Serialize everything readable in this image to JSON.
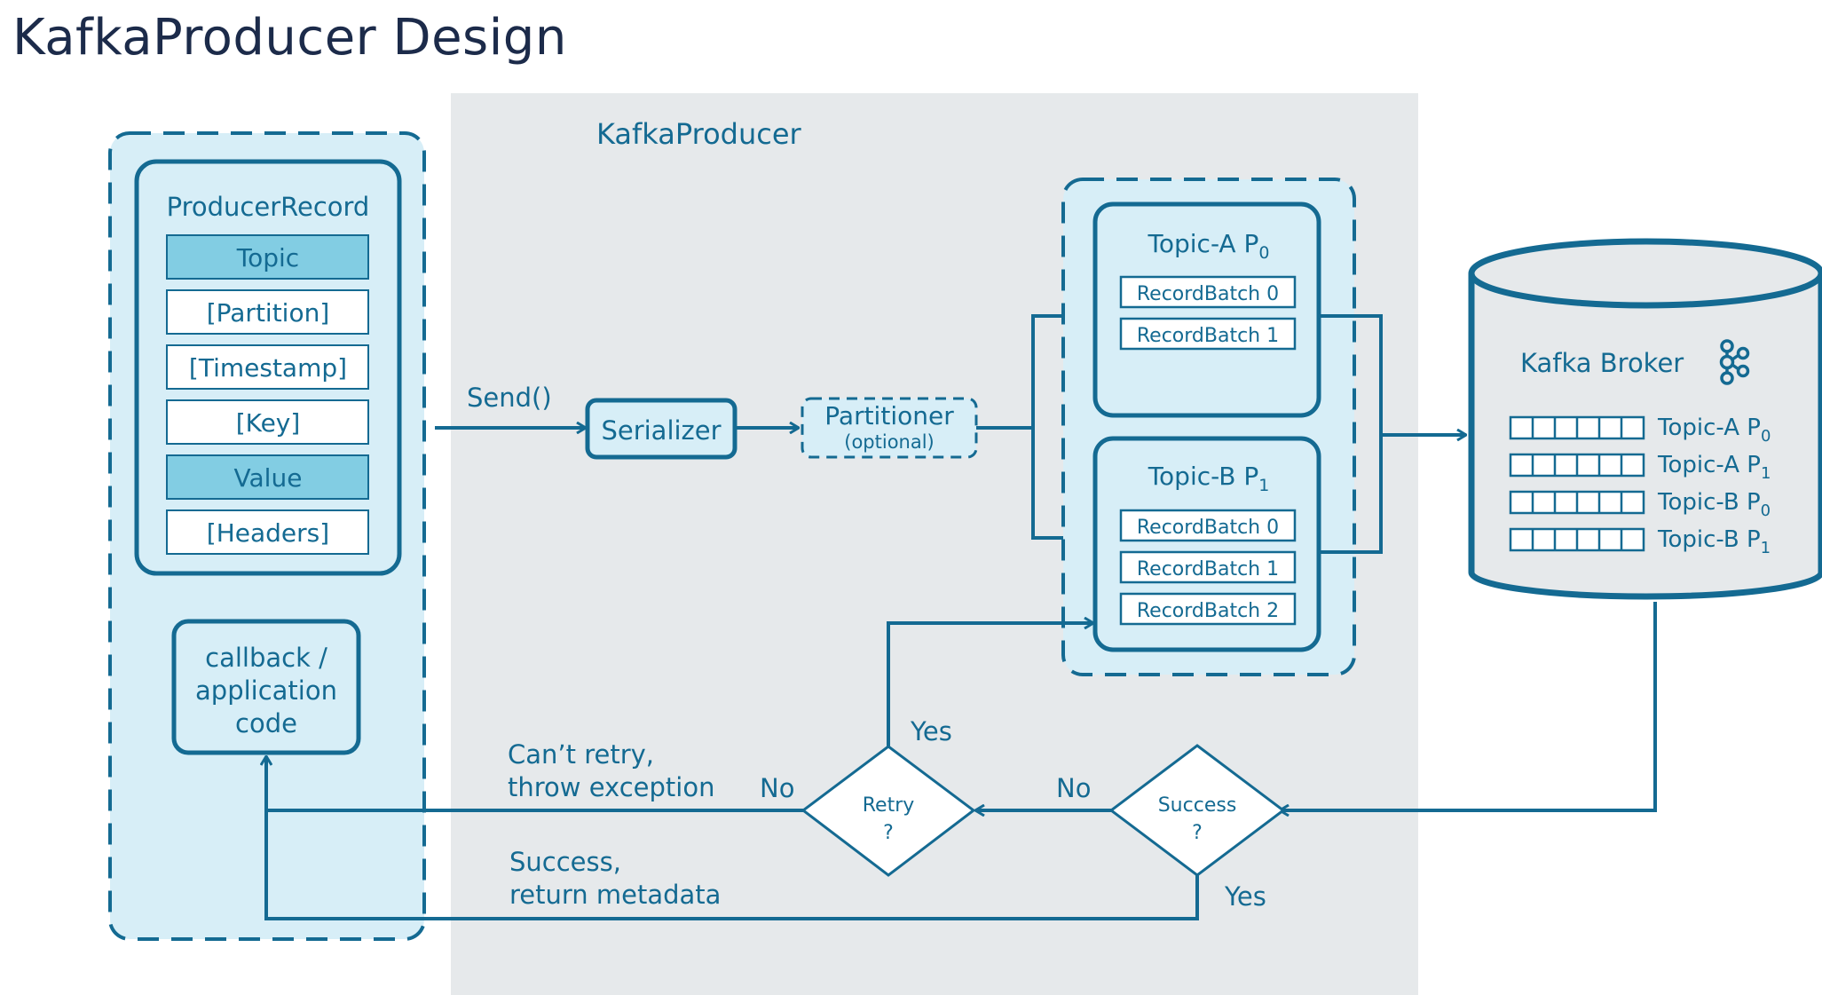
{
  "title": "KafkaProducer Design",
  "producer_area_label": "KafkaProducer",
  "producer_record": {
    "title": "ProducerRecord",
    "fields": [
      "Topic",
      "[Partition]",
      "[Timestamp]",
      "[Key]",
      "Value",
      "[Headers]"
    ]
  },
  "callback": {
    "lines": [
      "callback /",
      "application",
      "code"
    ]
  },
  "send_label": "Send()",
  "serializer_label": "Serializer",
  "partitioner": {
    "label": "Partitioner",
    "note": "(optional)"
  },
  "topic_a": {
    "name": "Topic-A P",
    "sub": "0",
    "batches": [
      "RecordBatch 0",
      "RecordBatch 1"
    ]
  },
  "topic_b": {
    "name": "Topic-B P",
    "sub": "1",
    "batches": [
      "RecordBatch 0",
      "RecordBatch 1",
      "RecordBatch 2"
    ]
  },
  "broker": {
    "label": "Kafka Broker",
    "partitions": [
      {
        "name": "Topic-A P",
        "sub": "0"
      },
      {
        "name": "Topic-A P",
        "sub": "1"
      },
      {
        "name": "Topic-B P",
        "sub": "0"
      },
      {
        "name": "Topic-B P",
        "sub": "1"
      }
    ]
  },
  "success_decision": {
    "line1": "Success",
    "line2": "?"
  },
  "retry_decision": {
    "line1": "Retry",
    "line2": "?"
  },
  "labels": {
    "success_no": "No",
    "success_yes": "Yes",
    "retry_yes": "Yes",
    "retry_no": "No",
    "cant_retry": [
      "Can’t retry,",
      "throw exception"
    ],
    "success_return": [
      "Success,",
      "return metadata"
    ]
  },
  "colors": {
    "primary": "#146a92",
    "light_fill": "#d7eef7",
    "highlight_fill": "#82cde3",
    "gray_panel": "#e6e9eb",
    "title": "#1c2b4a"
  }
}
